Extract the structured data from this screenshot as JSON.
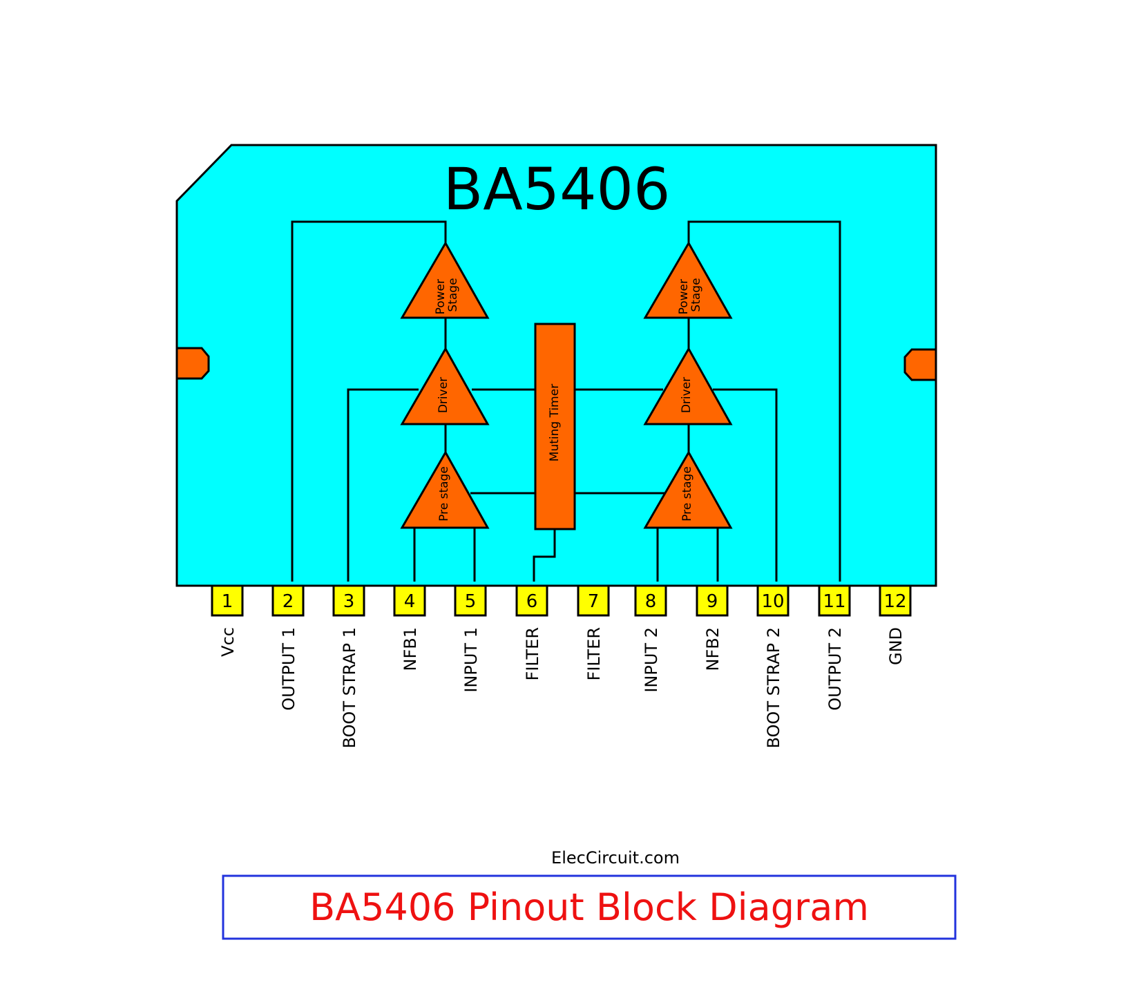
{
  "chip": {
    "name": "BA5406",
    "body_color": "#00ffff",
    "block_color": "#ff6600",
    "pin_color": "#ffff00"
  },
  "blocks": {
    "ch1_power": "Power Stage",
    "ch1_driver": "Driver",
    "ch1_pre": "Pre stage",
    "muting": "Muting Timer",
    "ch2_power": "Power Stage",
    "ch2_driver": "Driver",
    "ch2_pre": "Pre stage"
  },
  "pins": [
    {
      "num": "1",
      "name": "Vcc"
    },
    {
      "num": "2",
      "name": "OUTPUT 1"
    },
    {
      "num": "3",
      "name": "BOOT STRAP 1"
    },
    {
      "num": "4",
      "name": "NFB1"
    },
    {
      "num": "5",
      "name": "INPUT 1"
    },
    {
      "num": "6",
      "name": "FILTER"
    },
    {
      "num": "7",
      "name": "FILTER"
    },
    {
      "num": "8",
      "name": "INPUT 2"
    },
    {
      "num": "9",
      "name": "NFB2"
    },
    {
      "num": "10",
      "name": "BOOT STRAP 2"
    },
    {
      "num": "11",
      "name": "OUTPUT 2"
    },
    {
      "num": "12",
      "name": "GND"
    }
  ],
  "footer": {
    "site": "ElecCircuit.com",
    "caption": "BA5406 Pinout Block Diagram",
    "caption_color": "#ee1111",
    "border_color": "#2233dd"
  }
}
